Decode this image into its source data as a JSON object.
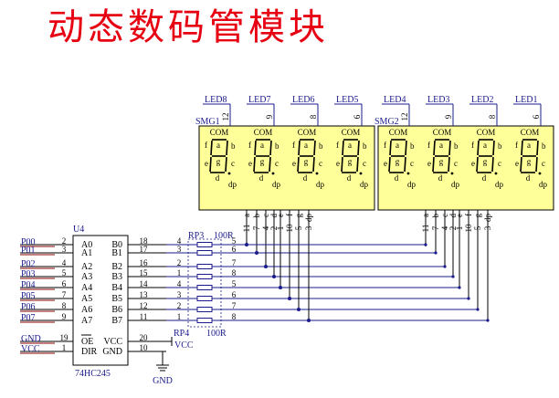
{
  "title": "动态数码管模块",
  "colors": {
    "title": "#e60012",
    "module_fill": "#ffff99",
    "wire": "#1a1a8c",
    "net_label": "#8b0000"
  },
  "display_left": {
    "designator": "SMG1",
    "led_labels": [
      "LED8",
      "LED7",
      "LED6",
      "LED5"
    ],
    "pin_numbers": [
      "12",
      "9",
      "8",
      "6"
    ],
    "digit_labels": {
      "com": "COM",
      "a": "a",
      "b": "b",
      "c": "c",
      "d": "d",
      "e": "e",
      "f": "f",
      "g": "g",
      "dp": "dp"
    },
    "bottom_pin_names": [
      "a",
      "b",
      "c",
      "d",
      "e",
      "f",
      "g",
      "dp"
    ],
    "bottom_pin_numbers": [
      "11",
      "7",
      "4",
      "2",
      "1",
      "10",
      "5",
      "3"
    ]
  },
  "display_right": {
    "designator": "SMG2",
    "led_labels": [
      "LED4",
      "LED3",
      "LED2",
      "LED1"
    ],
    "pin_numbers": [
      "12",
      "9",
      "8",
      "6"
    ],
    "bottom_pin_names": [
      "a",
      "b",
      "c",
      "d",
      "e",
      "f",
      "g",
      "dp"
    ],
    "bottom_pin_numbers": [
      "11",
      "7",
      "4",
      "2",
      "1",
      "10",
      "5",
      "3"
    ]
  },
  "ic": {
    "designator": "U4",
    "part": "74HC245",
    "nets": [
      "P00",
      "P01",
      "P02",
      "P03",
      "P04",
      "P05",
      "P06",
      "P07",
      "GND",
      "VCC"
    ],
    "left_pin_numbers": [
      "2",
      "3",
      "4",
      "5",
      "6",
      "7",
      "8",
      "9",
      "19",
      "1"
    ],
    "left_pin_names": [
      "A0",
      "A1",
      "A2",
      "A3",
      "A4",
      "A5",
      "A6",
      "A7",
      "OE",
      "DIR"
    ],
    "right_pin_names": [
      "B0",
      "B1",
      "B2",
      "B3",
      "B4",
      "B5",
      "B6",
      "B7",
      "VCC",
      "GND"
    ],
    "right_pin_numbers": [
      "18",
      "17",
      "16",
      "15",
      "14",
      "13",
      "12",
      "11",
      "20",
      "10"
    ]
  },
  "resistors": {
    "rp3_label": "RP3",
    "rp3_value": "100R",
    "rp4_label": "RP4",
    "rp4_value": "100R",
    "left_pins": [
      "4",
      "3",
      "2",
      "1",
      "4",
      "3",
      "2",
      "1"
    ],
    "right_pins": [
      "5",
      "6",
      "7",
      "8",
      "5",
      "6",
      "7",
      "8"
    ]
  },
  "power": {
    "vcc_label": "VCC",
    "gnd_label": "GND"
  }
}
